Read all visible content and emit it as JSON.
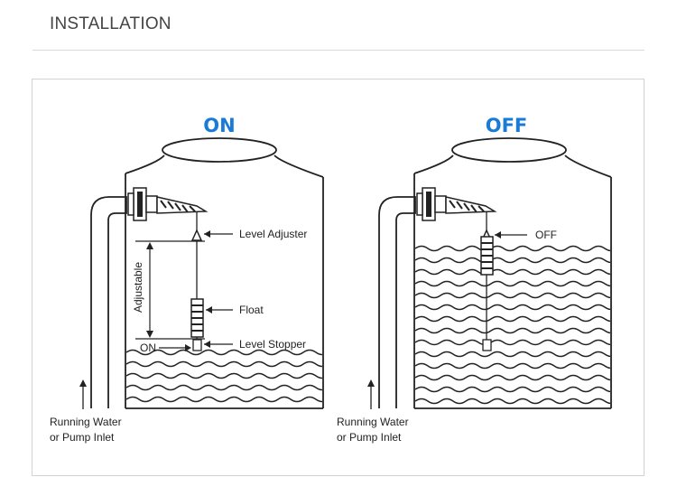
{
  "header": {
    "title": "INSTALLATION"
  },
  "panels": {
    "on": {
      "state_label": "ON",
      "level_adjuster": "Level Adjuster",
      "float": "Float",
      "level_stopper": "Level Stopper",
      "adjustable": "Adjustable",
      "on_marker": "ON",
      "inlet_line1": "Running Water",
      "inlet_line2": "or Pump Inlet"
    },
    "off": {
      "state_label": "OFF",
      "off_marker": "OFF",
      "inlet_line1": "Running Water",
      "inlet_line2": "or Pump Inlet"
    }
  },
  "colors": {
    "accent": "#1a7bd6",
    "line": "#222222"
  }
}
